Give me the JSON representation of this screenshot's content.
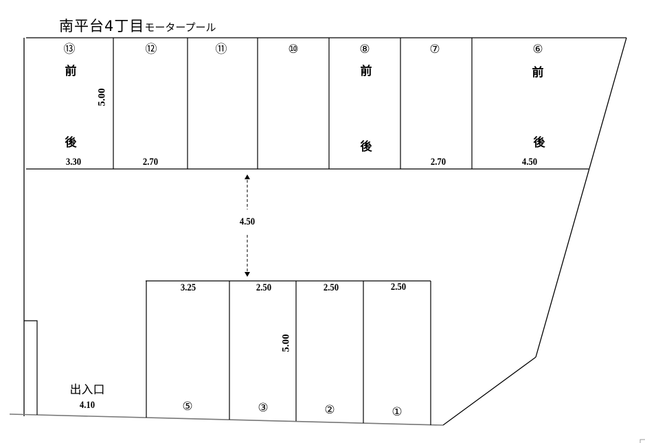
{
  "title": {
    "main": "南平台4丁目",
    "sub": "モータープール"
  },
  "top_row": {
    "depth_label": "5.00",
    "spaces": [
      {
        "number": "⑬",
        "front": "前",
        "back": "後",
        "width": "3.30"
      },
      {
        "number": "⑫",
        "front": "",
        "back": "",
        "width": "2.70"
      },
      {
        "number": "⑪",
        "front": "",
        "back": "",
        "width": ""
      },
      {
        "number": "⑩",
        "front": "",
        "back": "",
        "width": ""
      },
      {
        "number": "⑧",
        "front": "前",
        "back": "後",
        "width": ""
      },
      {
        "number": "⑦",
        "front": "",
        "back": "",
        "width": "2.70"
      },
      {
        "number": "⑥",
        "front": "前",
        "back": "後",
        "width": "4.50"
      }
    ]
  },
  "aisle": {
    "width_label": "4.50"
  },
  "bottom_row": {
    "depth_label": "5.00",
    "spaces": [
      {
        "number": "⑤",
        "width": "3.25"
      },
      {
        "number": "③",
        "width": "2.50"
      },
      {
        "number": "②",
        "width": "2.50"
      },
      {
        "number": "①",
        "width": "2.50"
      }
    ]
  },
  "entrance": {
    "label": "出入口",
    "width": "4.10"
  },
  "colors": {
    "line": "#000000",
    "ground_line": "#777777",
    "background": "#ffffff"
  }
}
